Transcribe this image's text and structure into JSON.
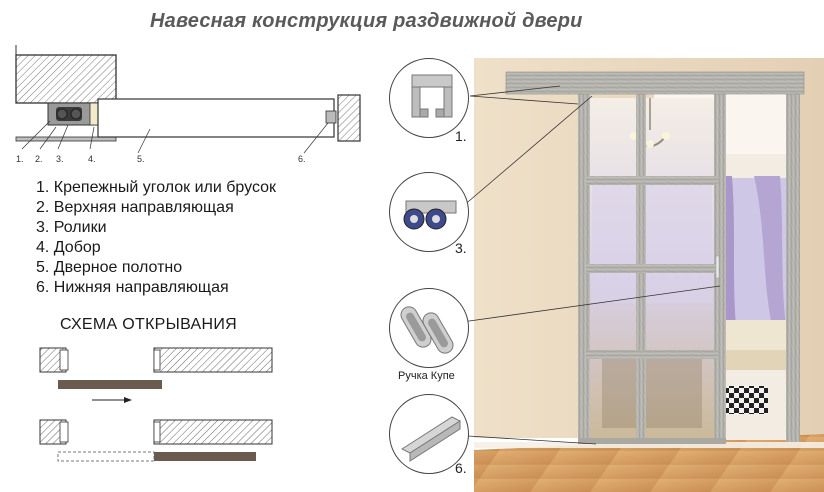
{
  "title": "Навесная конструкция раздвижной двери",
  "section_numbers": [
    "1.",
    "2.",
    "3.",
    "4.",
    "5.",
    "6."
  ],
  "legend": [
    "1. Крепежный уголок или брусок",
    "2. Верхняя направляющая",
    "3. Ролики",
    "4. Добор",
    "5. Дверное полотно",
    "6. Нижняя направляющая"
  ],
  "scheme": {
    "title": "СХЕМА ОТКРЫВАНИЯ"
  },
  "callouts": [
    "1.",
    "3.",
    "6."
  ],
  "handle_caption": "Ручка Купе",
  "colors": {
    "title": "#5a5a5a",
    "door_brown": "#6b5a4e",
    "wall": "#e6d2b8",
    "floor": "#d9a56a",
    "frame": "#b9b9b4"
  }
}
